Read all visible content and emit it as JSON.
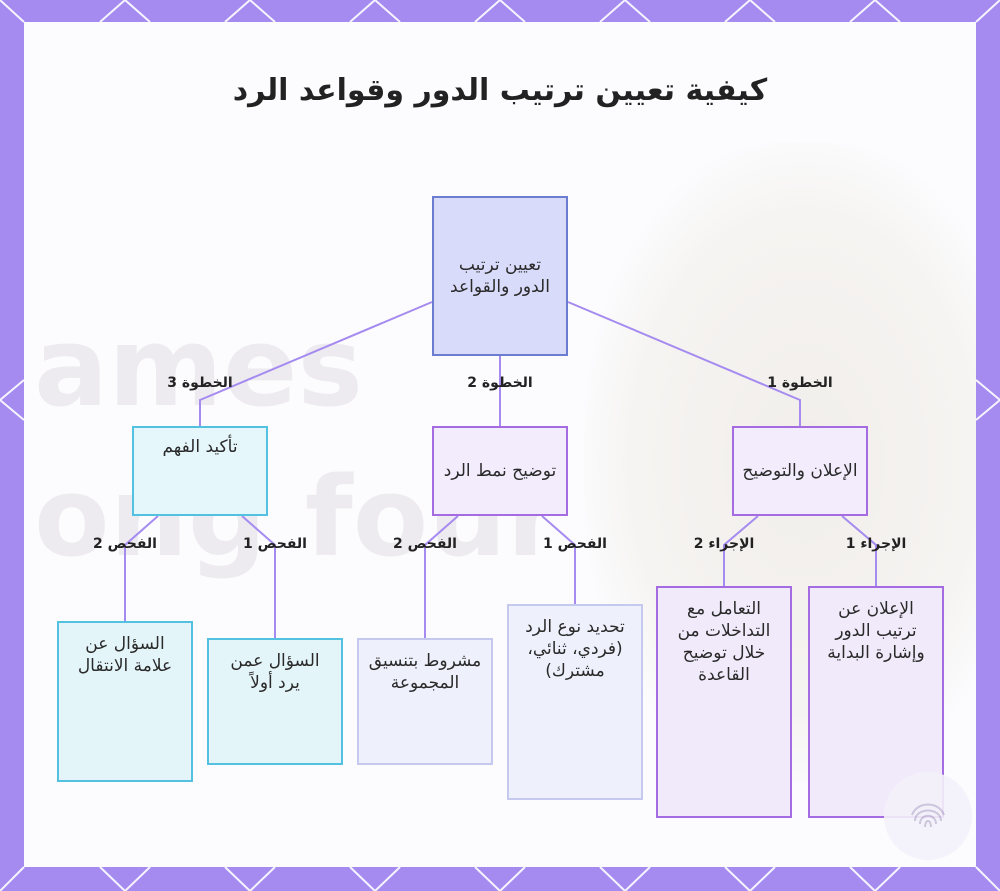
{
  "title": "كيفية تعيين ترتيب الدور وقواعد الرد",
  "watermark": "ames\nong four",
  "colors": {
    "frame": "#a58bf0",
    "edge": "#a58bf0",
    "root_fill": "#d9dbfa",
    "root_border": "#6c7cd0",
    "purple_fill": "#f1eafa",
    "purple_border": "#a56be0",
    "cyan_fill": "#e4f5fa",
    "cyan_border": "#52c2e0",
    "lavender_fill": "#eef0fb",
    "lavender_border": "#c6c9ef"
  },
  "root": {
    "label": "تعيين ترتيب الدور والقواعد"
  },
  "steps": [
    {
      "edge_label": "الخطوة 1",
      "label": "الإعلان والتوضيح",
      "children": [
        {
          "edge_label": "الإجراء 1",
          "label": "الإعلان عن ترتيب الدور وإشارة البداية"
        },
        {
          "edge_label": "الإجراء 2",
          "label": "التعامل مع التداخلات من خلال توضيح القاعدة"
        }
      ]
    },
    {
      "edge_label": "الخطوة 2",
      "label": "توضيح نمط الرد",
      "children": [
        {
          "edge_label": "الفحص 1",
          "label": "تحديد نوع الرد (فردي، ثنائي، مشترك)"
        },
        {
          "edge_label": "الفحص 2",
          "label": "مشروط بتنسيق المجموعة"
        }
      ]
    },
    {
      "edge_label": "الخطوة 3",
      "label": "تأكيد الفهم",
      "children": [
        {
          "edge_label": "الفحص 1",
          "label": "السؤال عمن يرد أولاً"
        },
        {
          "edge_label": "الفحص 2",
          "label": "السؤال عن علامة الانتقال"
        }
      ]
    }
  ],
  "badge_icon": "fingerprint-icon"
}
